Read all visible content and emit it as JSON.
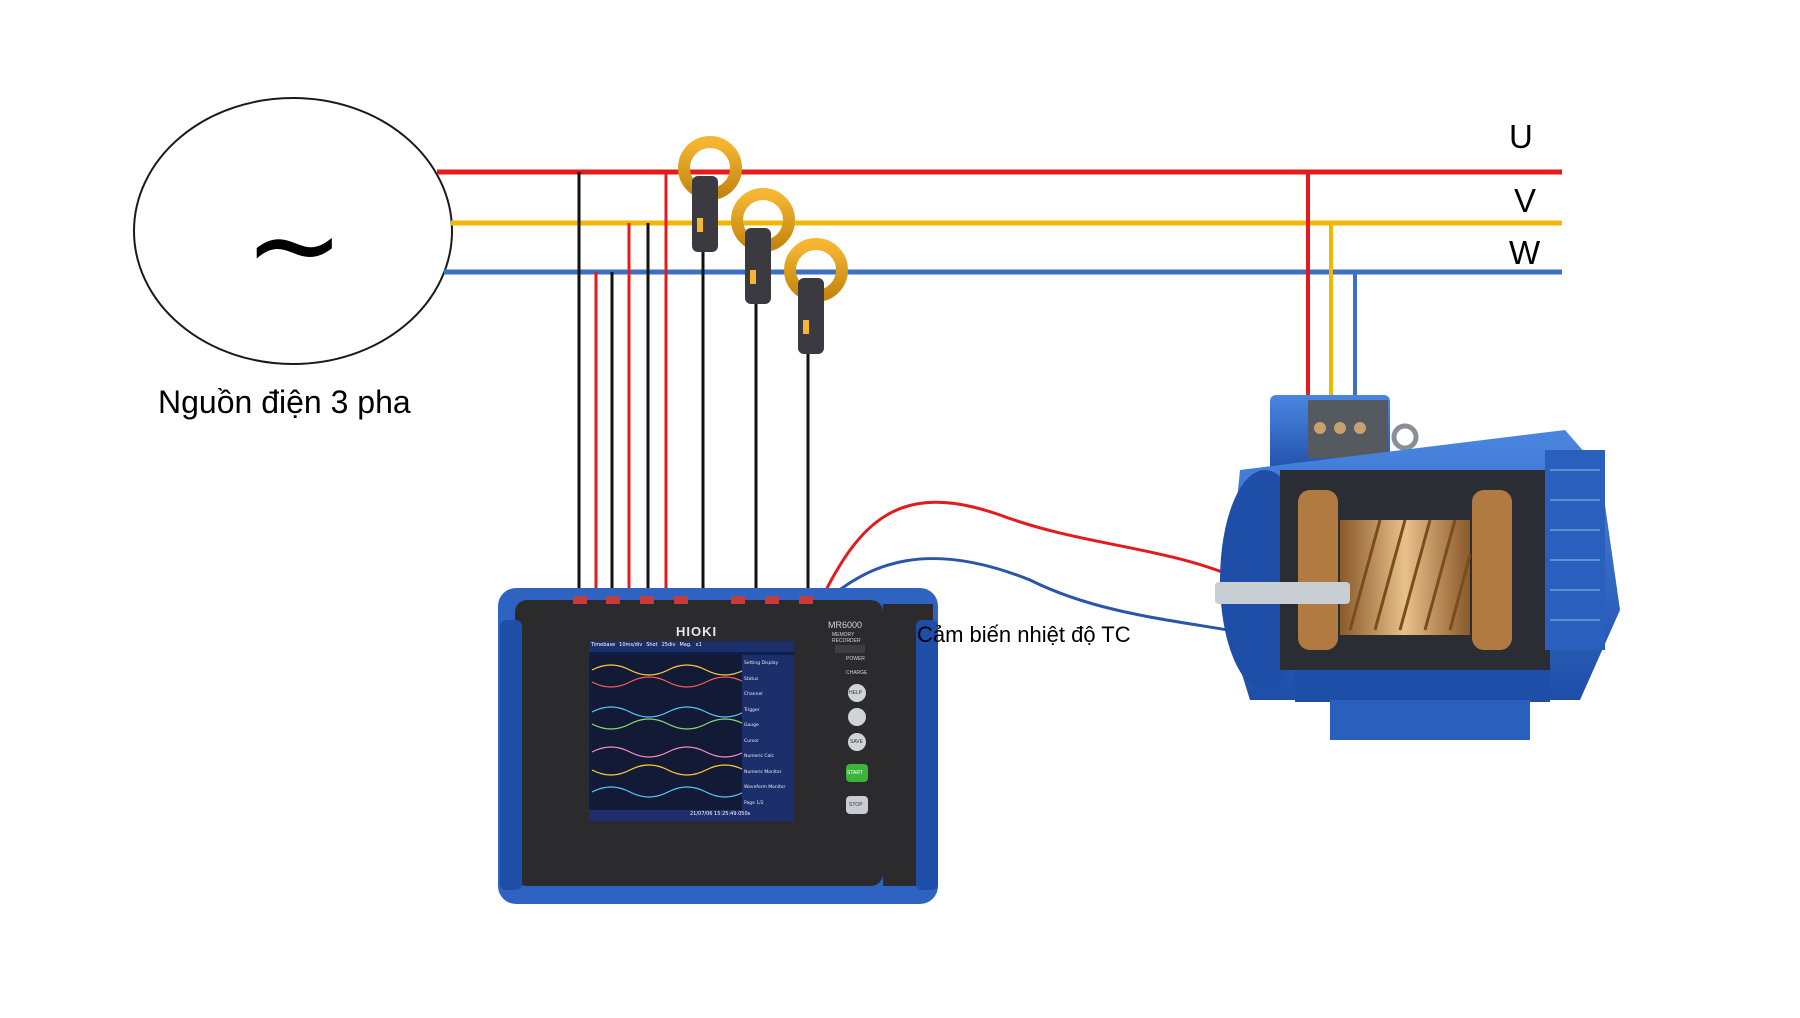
{
  "diagram": {
    "source": {
      "symbol": "~",
      "label": "Nguồn điện 3 pha"
    },
    "phases": [
      {
        "name": "U",
        "color": "#e31b1b"
      },
      {
        "name": "V",
        "color": "#f2b705"
      },
      {
        "name": "W",
        "color": "#3d6fc4"
      }
    ],
    "sensor_label": "Cảm biến nhiệt độ TC",
    "recorder": {
      "brand": "HIOKI",
      "model": "MR6000",
      "model_sub": "MEMORY\nRECORDER",
      "power_label": "POWER",
      "charge_label": "CHARGE",
      "buttons": [
        "HELP",
        "SAVE",
        "START",
        "STOP"
      ],
      "screen_top": [
        "Timebase",
        "10ms/div",
        "Shot",
        "25div",
        "Mag.",
        "x1"
      ],
      "screen_menu": [
        "Setting Display",
        "Status",
        "Channel",
        "Trigger",
        "Gauge",
        "Cursor",
        "Numeric Calc",
        "Numeric Monitor",
        "Waveform Monitor",
        "Page 1/2"
      ],
      "screen_status": "21/07/06 15:25:49.050s",
      "colors": {
        "body": "#2f63c2",
        "bezel": "#2b2b2e",
        "screen": "#0a1f4a",
        "start": "#3cb43c"
      }
    },
    "motor": {
      "body_color": "#2f6fc9",
      "rotor_color": "#c8a070"
    }
  }
}
